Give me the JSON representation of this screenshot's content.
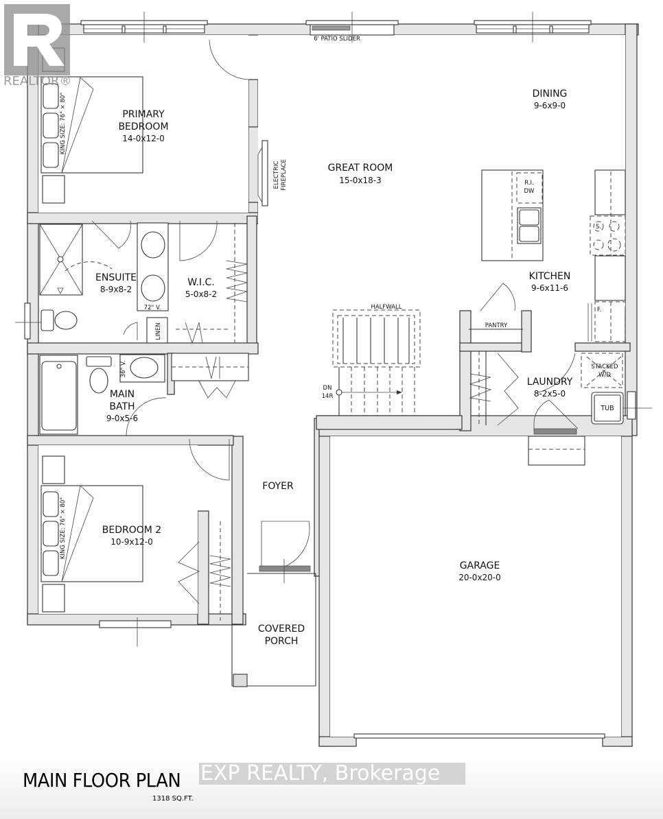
{
  "watermark": {
    "logo": "realtor-logo-icon",
    "logo_text": "REALTOR®",
    "brokerage": "EXP REALTY, Brokerage"
  },
  "plan": {
    "title": "MAIN FLOOR PLAN",
    "area": "1318 SQ.FT."
  },
  "rooms": {
    "primary_bedroom": {
      "name_line1": "PRIMARY",
      "name_line2": "BEDROOM",
      "dim": "14-0x12-0"
    },
    "great_room": {
      "name": "GREAT ROOM",
      "dim": "15-0x18-3"
    },
    "dining": {
      "name": "DINING",
      "dim": "9-6x9-0"
    },
    "kitchen": {
      "name": "KITCHEN",
      "dim": "9-6x11-6"
    },
    "ensuite": {
      "name": "ENSUITE",
      "dim": "8-9x8-2"
    },
    "wic": {
      "name": "W.I.C.",
      "dim": "5-0x8-2"
    },
    "main_bath": {
      "name_line1": "MAIN",
      "name_line2": "BATH",
      "dim": "9-0x5-6"
    },
    "laundry": {
      "name": "LAUNDRY",
      "dim": "8-2x5-0"
    },
    "foyer": {
      "name": "FOYER"
    },
    "bedroom2": {
      "name": "BEDROOM 2",
      "dim": "10-9x12-0"
    },
    "garage": {
      "name": "GARAGE",
      "dim": "20-0x20-0"
    },
    "covered_porch": {
      "name_line1": "COVERED",
      "name_line2": "PORCH"
    }
  },
  "annotations": {
    "patio_slider": "6' PATIO SLIDER",
    "fireplace_line1": "ELECTRIC",
    "fireplace_line2": "FIREPLACE",
    "bed_size": "KING SIZE: 76\" × 80\"",
    "dishwasher_line1": "R.I.",
    "dishwasher_line2": "DW",
    "stove": "S.",
    "fridge": "F.",
    "pantry": "PANTRY",
    "halfwall": "HALFWALL",
    "stairs_line1": "DN",
    "stairs_line2": "14R",
    "stacked_line1": "STACKED",
    "stacked_line2": "W/D",
    "tub": "TUB",
    "linen": "LINEN",
    "vanity_ensuite": "72\" V.",
    "vanity_bath": "36\" V."
  }
}
